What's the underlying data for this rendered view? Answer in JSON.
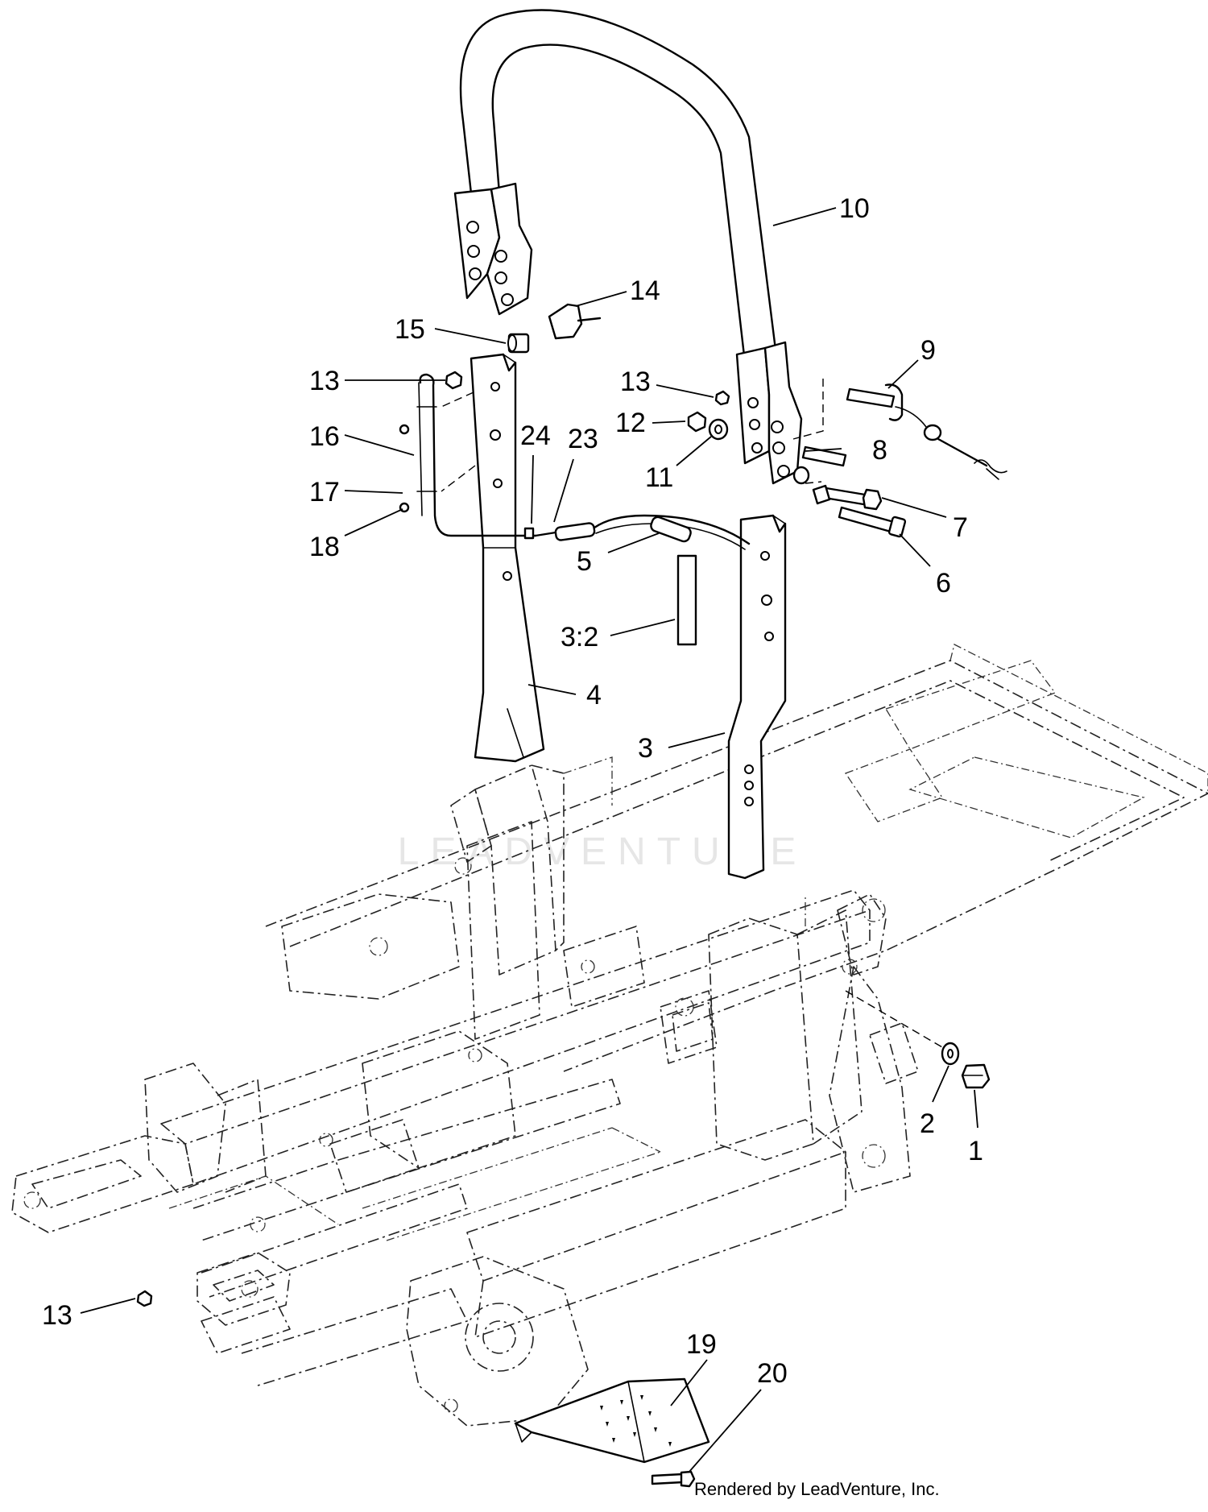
{
  "watermark": "LEADVENTURE",
  "credit": "Rendered by LeadVenture, Inc.",
  "callouts": [
    {
      "id": "c10",
      "label": "10"
    },
    {
      "id": "c14",
      "label": "14"
    },
    {
      "id": "c15",
      "label": "15"
    },
    {
      "id": "c9",
      "label": "9"
    },
    {
      "id": "c13a",
      "label": "13"
    },
    {
      "id": "c13b",
      "label": "13"
    },
    {
      "id": "c16",
      "label": "16"
    },
    {
      "id": "c12",
      "label": "12"
    },
    {
      "id": "c24",
      "label": "24"
    },
    {
      "id": "c23",
      "label": "23"
    },
    {
      "id": "c8",
      "label": "8"
    },
    {
      "id": "c11",
      "label": "11"
    },
    {
      "id": "c17",
      "label": "17"
    },
    {
      "id": "c7",
      "label": "7"
    },
    {
      "id": "c18",
      "label": "18"
    },
    {
      "id": "c5",
      "label": "5"
    },
    {
      "id": "c6",
      "label": "6"
    },
    {
      "id": "c32",
      "label": "3:2"
    },
    {
      "id": "c4",
      "label": "4"
    },
    {
      "id": "c3",
      "label": "3"
    },
    {
      "id": "c2",
      "label": "2"
    },
    {
      "id": "c1",
      "label": "1"
    },
    {
      "id": "c13c",
      "label": "13"
    },
    {
      "id": "c19",
      "label": "19"
    },
    {
      "id": "c20",
      "label": "20"
    }
  ]
}
